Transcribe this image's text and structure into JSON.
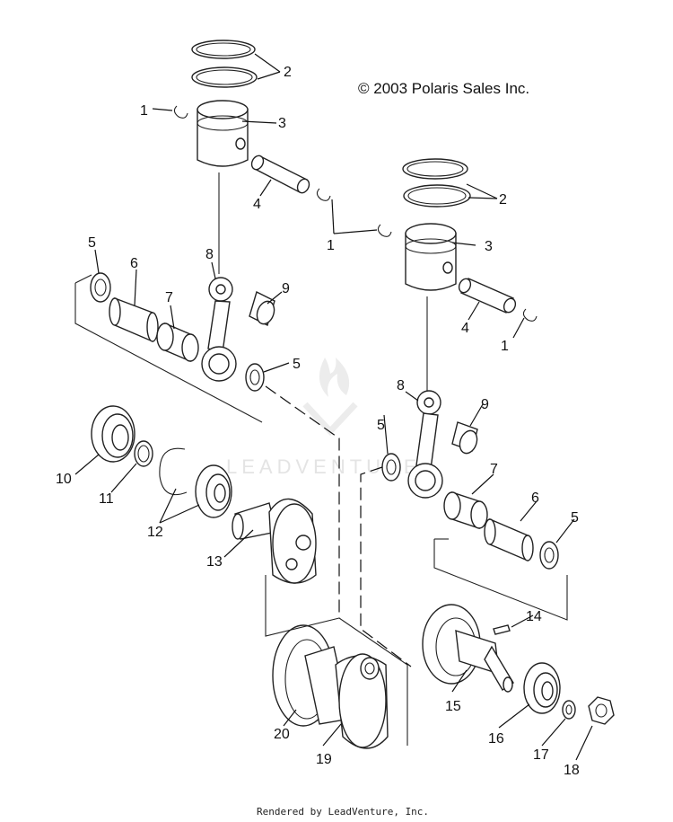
{
  "copyright": "© 2003 Polaris Sales Inc.",
  "footer": "Rendered by LeadVenture, Inc.",
  "watermark": "LEADVENTURE",
  "callouts": {
    "c1a": "1",
    "c1b": "1",
    "c1c": "1",
    "c2a": "2",
    "c2b": "2",
    "c3a": "3",
    "c3b": "3",
    "c4a": "4",
    "c4b": "4",
    "c5a": "5",
    "c5b": "5",
    "c5c": "5",
    "c5d": "5",
    "c6a": "6",
    "c6b": "6",
    "c7a": "7",
    "c7b": "7",
    "c8a": "8",
    "c8b": "8",
    "c9a": "9",
    "c9b": "9",
    "c10": "10",
    "c11": "11",
    "c12": "12",
    "c13": "13",
    "c14": "14",
    "c15": "15",
    "c16": "16",
    "c17": "17",
    "c18": "18",
    "c19": "19",
    "c20": "20"
  }
}
